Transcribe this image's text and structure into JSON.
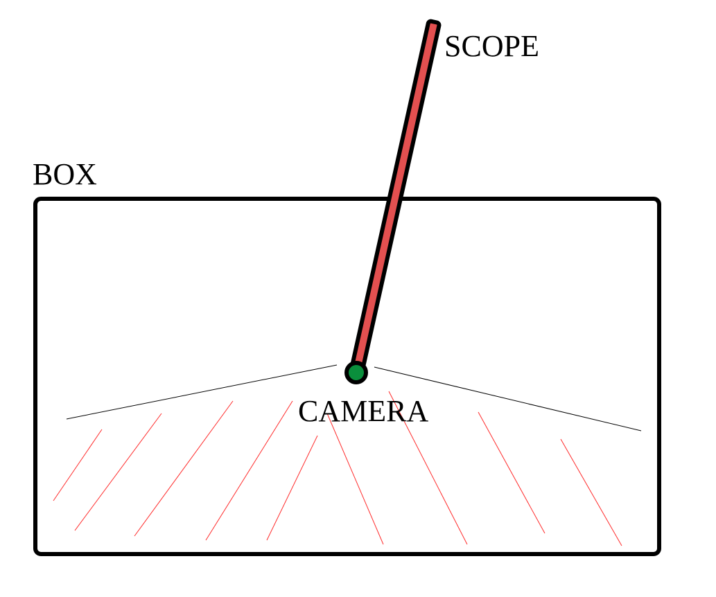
{
  "labels": {
    "box": "BOX",
    "scope": "SCOPE",
    "camera": "CAMERA"
  },
  "colors": {
    "outline": "#000000",
    "scope_fill": "#e35050",
    "camera_fill": "#0a8f3c",
    "ray": "#ff2a2a",
    "background": "#ffffff"
  },
  "icons": {
    "camera": "circle-camera-icon"
  }
}
